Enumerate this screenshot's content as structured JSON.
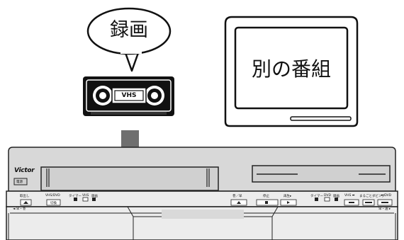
{
  "bubble": {
    "text": "録画"
  },
  "tv": {
    "screen_text": "別の番組"
  },
  "tape": {
    "label": "VHS"
  },
  "vcr": {
    "brand": "Victor",
    "power_label": "電源",
    "labels": {
      "eject": "取出し",
      "vhs_dvd": "VHS/DVD",
      "timer": "タイマー",
      "vhs": "VHS",
      "rec_ind": "録画",
      "switch": "切換",
      "skip_back": "◄ 早・巻",
      "rew": "巻／早",
      "stop": "停止",
      "play": "再生▸",
      "timer2": "タイマー",
      "dvd": "DVD",
      "rec2": "録画",
      "vhs_arrow": "VHS ➡",
      "dubbing": "まるごとダビング",
      "dvd_arrow": "⬅ DVD",
      "skip_fwd": "早・送 ▸"
    }
  }
}
